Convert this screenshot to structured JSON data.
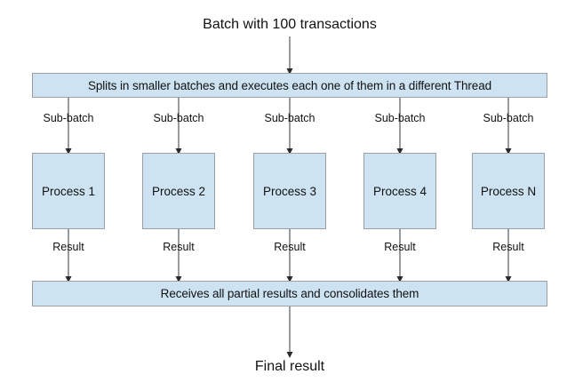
{
  "diagram": {
    "title": "Batch with 100 transactions",
    "final_label": "Final result",
    "splitter_box": "Splits in smaller batches and executes each one of them in a different Thread",
    "consolidator_box": "Receives all partial results and consolidates them",
    "colors": {
      "box_fill": "#cde3f2",
      "box_border": "#9aa0a6",
      "arrow": "#3c3c3c",
      "text": "#121212",
      "background": "#ffffff"
    },
    "branches": [
      {
        "in_label": "Sub-batch",
        "process": "Process 1",
        "out_label": "Result"
      },
      {
        "in_label": "Sub-batch",
        "process": "Process 2",
        "out_label": "Result"
      },
      {
        "in_label": "Sub-batch",
        "process": "Process 3",
        "out_label": "Result"
      },
      {
        "in_label": "Sub-batch",
        "process": "Process 4",
        "out_label": "Result"
      },
      {
        "in_label": "Sub-batch",
        "process": "Process N",
        "out_label": "Result"
      }
    ]
  }
}
